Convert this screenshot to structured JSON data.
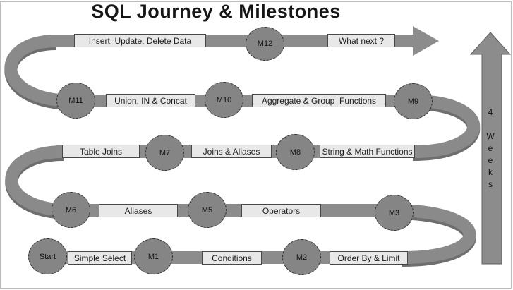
{
  "title": "SQL Journey & Milestones",
  "side_arrow": {
    "label": "4 Weeks"
  },
  "milestones": [
    {
      "label": "Start"
    },
    {
      "label": "M1"
    },
    {
      "label": "M2"
    },
    {
      "label": "M3"
    },
    {
      "label": "M5"
    },
    {
      "label": "M6"
    },
    {
      "label": "M7"
    },
    {
      "label": "M8"
    },
    {
      "label": "M9"
    },
    {
      "label": "M10"
    },
    {
      "label": "M11"
    },
    {
      "label": "M12"
    }
  ],
  "topics": [
    {
      "label": "Simple Select"
    },
    {
      "label": "Conditions"
    },
    {
      "label": "Order By & Limit"
    },
    {
      "label": "Aliases"
    },
    {
      "label": "Operators"
    },
    {
      "label": "Table Joins"
    },
    {
      "label": "Joins & Aliases"
    },
    {
      "label": "String & Math Functions"
    },
    {
      "label": "Union, IN & Concat"
    },
    {
      "label": "Aggregate & Group  Functions"
    },
    {
      "label": "Insert, Update, Delete Data"
    },
    {
      "label": "What next ?"
    }
  ],
  "colors": {
    "ribbon": "#8c8c8c",
    "ribbon_shadow": "#6e6e6e",
    "node_fill": "#858585",
    "label_fill": "#e8e8e8",
    "outline": "#3f3f3f"
  }
}
